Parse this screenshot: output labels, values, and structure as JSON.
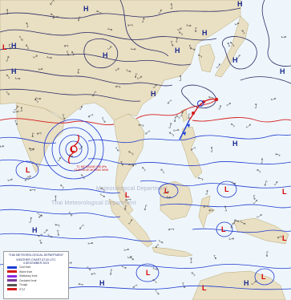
{
  "legend": {
    "title_line1": "THAI METEOROLOGICAL DEPARTMENT",
    "title_line2": "WEATHER CHART AT 00 UTC",
    "date": "4 DECEMBER 2023",
    "rows": [
      {
        "label": "Cold front",
        "color": "#1e3fd6"
      },
      {
        "label": "Warm front",
        "color": "#d41c1c"
      },
      {
        "label": "Stationary front",
        "color": "#8a2be2"
      },
      {
        "label": "Occluded front",
        "color": "#7a3a99"
      },
      {
        "label": "Trough",
        "color": "#555555"
      },
      {
        "label": "ITCZ",
        "color": "#d41c1c"
      }
    ]
  },
  "watermarks": {
    "line1": "Meteorological Department",
    "line2": "Thai Meteorological Department"
  },
  "storm_note": {
    "text": "TC MICHAUNG 998 hPa 11.9N 80.4E MOVING NNW"
  },
  "pressure_centers": [
    {
      "name": "pressure-high-north-west",
      "symbol": "H",
      "kind": "high"
    },
    {
      "name": "pressure-high-north-central",
      "symbol": "H",
      "kind": "high"
    },
    {
      "name": "pressure-high-north-east",
      "symbol": "H",
      "kind": "high"
    },
    {
      "name": "pressure-high-mongolia",
      "symbol": "H",
      "kind": "high"
    },
    {
      "name": "pressure-high-china",
      "symbol": "H",
      "kind": "high"
    },
    {
      "name": "pressure-high-china-south",
      "symbol": "H",
      "kind": "high"
    },
    {
      "name": "pressure-high-japan-sea",
      "symbol": "H",
      "kind": "high"
    },
    {
      "name": "pressure-high-pacific-north",
      "symbol": "H",
      "kind": "high"
    },
    {
      "name": "pressure-high-pacific-east",
      "symbol": "H",
      "kind": "high"
    },
    {
      "name": "pressure-high-west",
      "symbol": "H",
      "kind": "high"
    },
    {
      "name": "pressure-high-pacific-mid",
      "symbol": "H",
      "kind": "high"
    },
    {
      "name": "pressure-high-indian-ocean",
      "symbol": "H",
      "kind": "high"
    },
    {
      "name": "pressure-high-indonesia",
      "symbol": "H",
      "kind": "high"
    },
    {
      "name": "pressure-high-south-pacific",
      "symbol": "H",
      "kind": "high"
    },
    {
      "name": "pressure-low-bay-of-bengal",
      "symbol": "L",
      "kind": "low"
    },
    {
      "name": "pressure-low-indian-ocean-south",
      "symbol": "L",
      "kind": "low"
    },
    {
      "name": "pressure-low-sumatra",
      "symbol": "L",
      "kind": "low"
    },
    {
      "name": "pressure-low-borneo",
      "symbol": "L",
      "kind": "low"
    },
    {
      "name": "pressure-low-philippine-sea",
      "symbol": "L",
      "kind": "low"
    },
    {
      "name": "pressure-low-new-guinea",
      "symbol": "L",
      "kind": "low"
    },
    {
      "name": "pressure-low-pacific-east",
      "symbol": "L",
      "kind": "low"
    },
    {
      "name": "pressure-low-arafura",
      "symbol": "L",
      "kind": "low"
    },
    {
      "name": "pressure-low-java",
      "symbol": "L",
      "kind": "low"
    },
    {
      "name": "pressure-low-pacific-far-east",
      "symbol": "L",
      "kind": "low"
    },
    {
      "name": "pressure-low-australia-north",
      "symbol": "L",
      "kind": "low"
    },
    {
      "name": "pressure-low-far-west",
      "symbol": "L",
      "kind": "low"
    }
  ],
  "colors": {
    "ocean": "#eef6fb",
    "land": "#e9dfc2",
    "isobar_high": "#2a2a66",
    "isobar_low": "#1f3ad0",
    "front_warm": "#d41c1c",
    "front_cold": "#1e3fd6",
    "storm": "#d40000"
  }
}
